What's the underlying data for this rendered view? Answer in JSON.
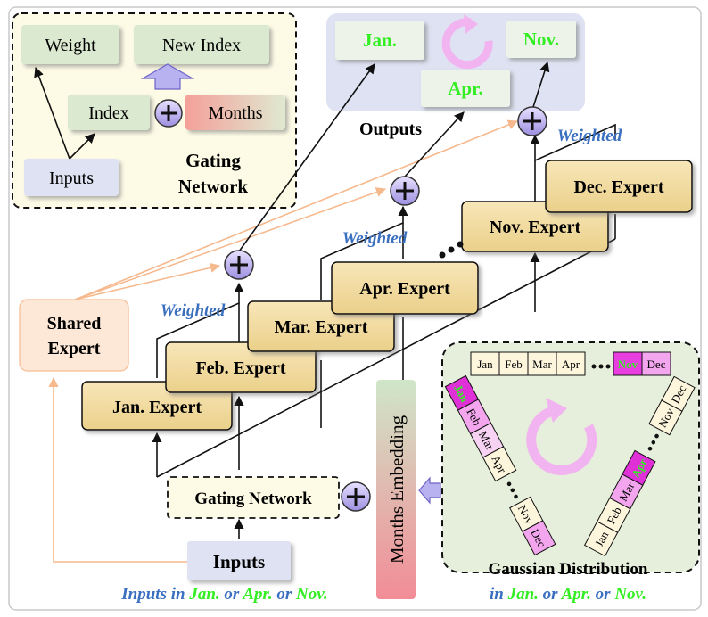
{
  "gating_inset": {
    "weight": "Weight",
    "new_index": "New Index",
    "index": "Index",
    "months": "Months",
    "inputs": "Inputs",
    "title_line1": "Gating",
    "title_line2": "Network"
  },
  "outputs": {
    "jan": "Jan.",
    "apr": "Apr.",
    "nov": "Nov.",
    "label": "Outputs"
  },
  "weighted_label": "Weighted",
  "shared_expert": {
    "line1": "Shared",
    "line2": "Expert"
  },
  "experts": [
    "Jan. Expert",
    "Feb. Expert",
    "Mar. Expert",
    "Apr.  Expert",
    "Nov. Expert",
    "Dec. Expert"
  ],
  "gating_network": "Gating Network",
  "inputs": "Inputs",
  "months_embedding": "Months Embedding",
  "gaussian": {
    "title": "Gaussian Distribution",
    "top_row": [
      "Jan",
      "Feb",
      "Mar",
      "Apr"
    ],
    "top_row_end": [
      "Nov",
      "Dec"
    ],
    "left_diag": [
      "Jan",
      "Feb",
      "Mar",
      "Apr"
    ],
    "left_diag_end": [
      "Nov",
      "Dec"
    ],
    "right_diag_start": [
      "Jan",
      "Feb",
      "Mar",
      "Apr"
    ],
    "right_diag_end": [
      "Nov",
      "Dec"
    ]
  },
  "caption_left": {
    "prefix": "Inputs in ",
    "a": "Jan.",
    "or1": " or ",
    "b": "Apr.",
    "or2": " or ",
    "c": "Nov."
  },
  "caption_right": {
    "prefix": "in ",
    "a": "Jan.",
    "or1": " or ",
    "b": "Apr.",
    "or2": " or ",
    "c": "Nov."
  },
  "colors": {
    "expert_fill": "#f3dca0",
    "green_text": "#33ee22",
    "blue_text": "#3a6fc0",
    "magenta": "#e040e0",
    "peach": "#f7c5a0"
  }
}
